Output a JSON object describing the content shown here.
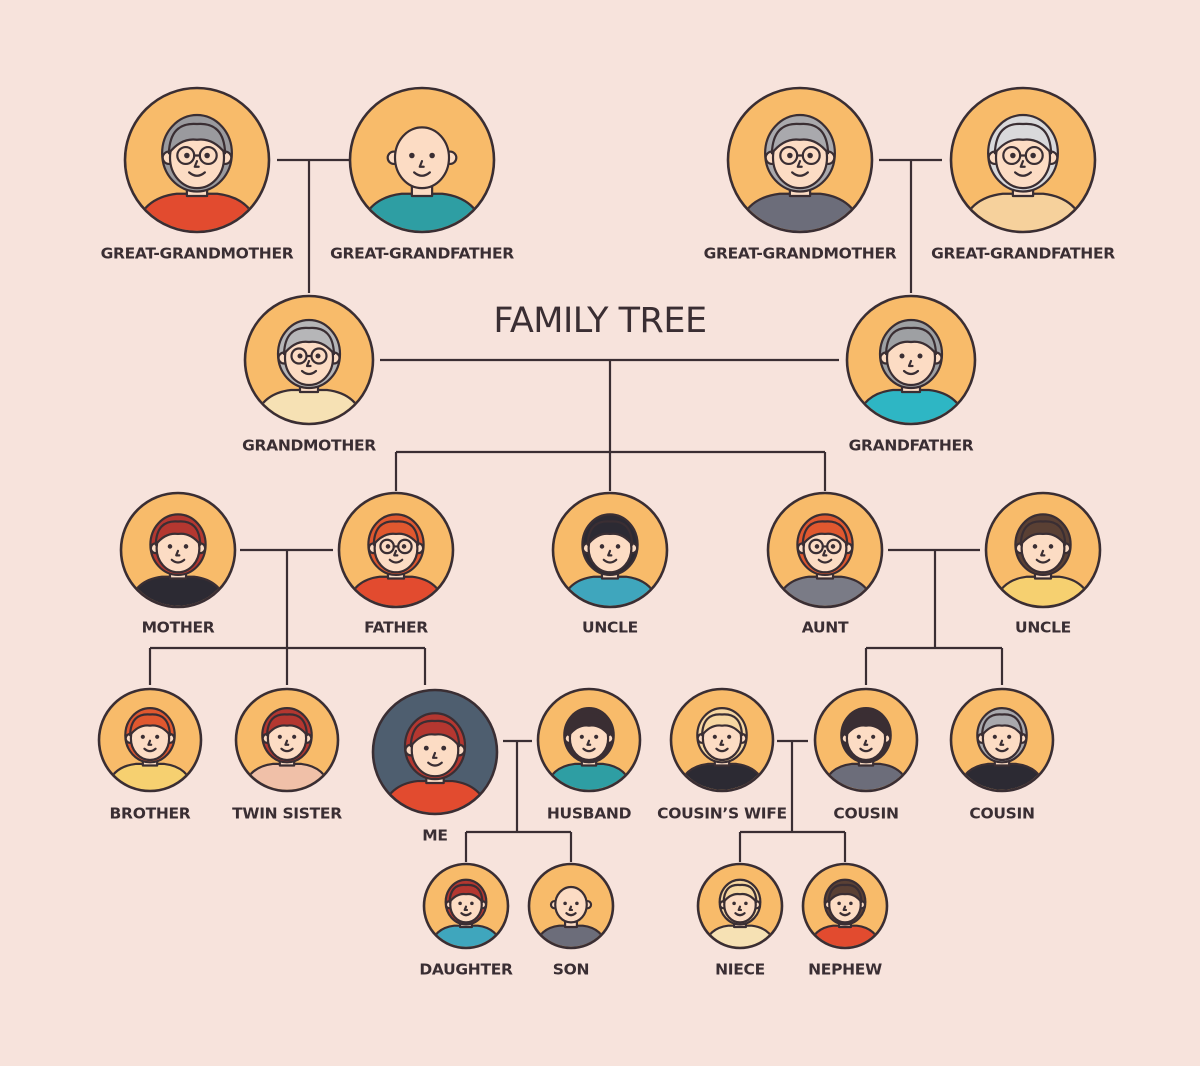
{
  "title": "FAMILY TREE",
  "colors": {
    "background": "#f7e3dc",
    "portrait_fill": "#f8bb6a",
    "portrait_fill_me": "#4e5e6f",
    "line": "#3a2e33",
    "skin": "#fcdcc4"
  },
  "people": [
    {
      "id": "great-grandmother-left",
      "label": "GREAT-GRANDMOTHER",
      "hair": "#9a9a9e",
      "shirt": "#e24b2f",
      "glasses": true,
      "bg": "#f8bb6a"
    },
    {
      "id": "great-grandfather-left",
      "label": "GREAT-GRANDFATHER",
      "hair": "none",
      "shirt": "#2e9ea3",
      "glasses": false,
      "bg": "#f8bb6a"
    },
    {
      "id": "great-grandmother-right",
      "label": "GREAT-GRANDMOTHER",
      "hair": "#a9a9ad",
      "shirt": "#6c6d7a",
      "glasses": true,
      "bg": "#f8bb6a"
    },
    {
      "id": "great-grandfather-right",
      "label": "GREAT-GRANDFATHER",
      "hair": "#d9d9db",
      "shirt": "#f6d19c",
      "glasses": true,
      "bg": "#f8bb6a"
    },
    {
      "id": "grandmother",
      "label": "GRANDMOTHER",
      "hair": "#b6b6b8",
      "shirt": "#f6e1b4",
      "glasses": true,
      "bg": "#f8bb6a"
    },
    {
      "id": "grandfather",
      "label": "GRANDFATHER",
      "hair": "#9ea0a3",
      "shirt": "#2eb6c4",
      "glasses": false,
      "bg": "#f8bb6a"
    },
    {
      "id": "mother",
      "label": "MOTHER",
      "hair": "#b43730",
      "shirt": "#2c2a33",
      "glasses": false,
      "bg": "#f8bb6a"
    },
    {
      "id": "father",
      "label": "FATHER",
      "hair": "#e0582f",
      "shirt": "#e24b2f",
      "glasses": true,
      "bg": "#f8bb6a"
    },
    {
      "id": "uncle-center",
      "label": "UNCLE",
      "hair": "#2c2a33",
      "shirt": "#3fa6bd",
      "glasses": false,
      "bg": "#f8bb6a"
    },
    {
      "id": "aunt",
      "label": "AUNT",
      "hair": "#e0582f",
      "shirt": "#7a7b86",
      "glasses": true,
      "bg": "#f8bb6a"
    },
    {
      "id": "uncle-right",
      "label": "UNCLE",
      "hair": "#5a4034",
      "shirt": "#f6d070",
      "glasses": false,
      "bg": "#f8bb6a"
    },
    {
      "id": "brother",
      "label": "BROTHER",
      "hair": "#e0582f",
      "shirt": "#f6d070",
      "glasses": false,
      "bg": "#f8bb6a"
    },
    {
      "id": "twin-sister",
      "label": "TWIN SISTER",
      "hair": "#b43730",
      "shirt": "#f0c0a8",
      "glasses": false,
      "bg": "#f8bb6a"
    },
    {
      "id": "me",
      "label": "ME",
      "hair": "#b43730",
      "shirt": "#e24b2f",
      "glasses": false,
      "bg": "#4e5e6f"
    },
    {
      "id": "husband",
      "label": "HUSBAND",
      "hair": "#3a2e33",
      "shirt": "#2e9ea3",
      "glasses": false,
      "bg": "#f8bb6a"
    },
    {
      "id": "cousins-wife",
      "label": "COUSIN’S WIFE",
      "hair": "#f6d7a2",
      "shirt": "#2c2a33",
      "glasses": false,
      "bg": "#f8bb6a"
    },
    {
      "id": "cousin-male",
      "label": "COUSIN",
      "hair": "#3a2e33",
      "shirt": "#6c6d7a",
      "glasses": false,
      "bg": "#f8bb6a"
    },
    {
      "id": "cousin-female",
      "label": "COUSIN",
      "hair": "#a9a9ad",
      "shirt": "#2c2a33",
      "glasses": false,
      "bg": "#f8bb6a"
    },
    {
      "id": "daughter",
      "label": "DAUGHTER",
      "hair": "#b43730",
      "shirt": "#3fa6bd",
      "glasses": false,
      "bg": "#f8bb6a"
    },
    {
      "id": "son",
      "label": "SON",
      "hair": "none",
      "shirt": "#6c6d7a",
      "glasses": false,
      "bg": "#f8bb6a"
    },
    {
      "id": "niece",
      "label": "NIECE",
      "hair": "#f6d7a2",
      "shirt": "#f6e1b4",
      "glasses": false,
      "bg": "#f8bb6a"
    },
    {
      "id": "nephew",
      "label": "NEPHEW",
      "hair": "#5a4034",
      "shirt": "#e24b2f",
      "glasses": false,
      "bg": "#f8bb6a"
    }
  ]
}
